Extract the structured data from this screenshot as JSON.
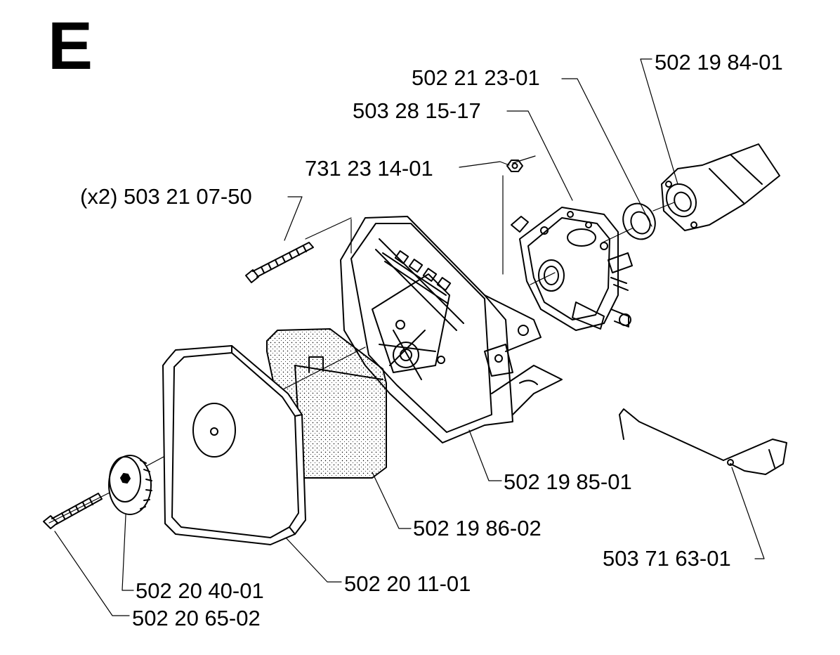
{
  "section_letter": "E",
  "parts": [
    {
      "id": "p1",
      "number": "502 21 23-01"
    },
    {
      "id": "p2",
      "number": "502 19 84-01"
    },
    {
      "id": "p3",
      "number": "503 28 15-17"
    },
    {
      "id": "p4",
      "number": "731 23 14-01"
    },
    {
      "id": "p5",
      "number": "(x2) 503 21 07-50"
    },
    {
      "id": "p6",
      "number": "502 19 85-01"
    },
    {
      "id": "p7",
      "number": "502 19 86-02"
    },
    {
      "id": "p8",
      "number": "503 71 63-01"
    },
    {
      "id": "p9",
      "number": "502 20 11-01"
    },
    {
      "id": "p10",
      "number": "502 20 40-01"
    },
    {
      "id": "p11",
      "number": "502 20 65-02"
    }
  ]
}
